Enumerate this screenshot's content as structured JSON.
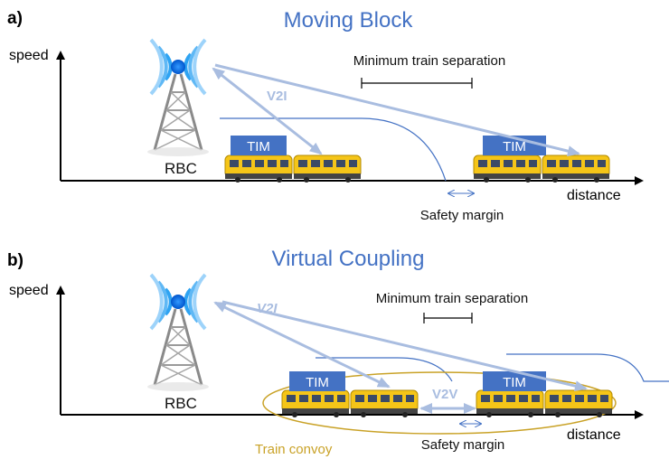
{
  "panels": [
    {
      "id": "a",
      "label": "a)",
      "title": "Moving Block",
      "y_axis_label": "speed",
      "x_axis_label": "distance",
      "station_label": "RBC",
      "link_label": "V2I",
      "separation_label": "Minimum train separation",
      "margin_label": "Safety margin",
      "tim_labels": [
        "TIM",
        "TIM"
      ]
    },
    {
      "id": "b",
      "label": "b)",
      "title": "Virtual Coupling",
      "y_axis_label": "speed",
      "x_axis_label": "distance",
      "station_label": "RBC",
      "link_label": "V2I",
      "train_link_label": "V2V",
      "separation_label": "Minimum train separation",
      "margin_label": "Safety margin",
      "convoy_label": "Train convoy",
      "tim_labels": [
        "TIM",
        "TIM"
      ]
    }
  ],
  "colors": {
    "title": "#4472c4",
    "link_arrow": "#a9bde0",
    "tim_box": "#4472c4",
    "train_body": "#f5c518",
    "convoy_ellipse": "#c9a227",
    "braking_curve": "#4472c4"
  }
}
